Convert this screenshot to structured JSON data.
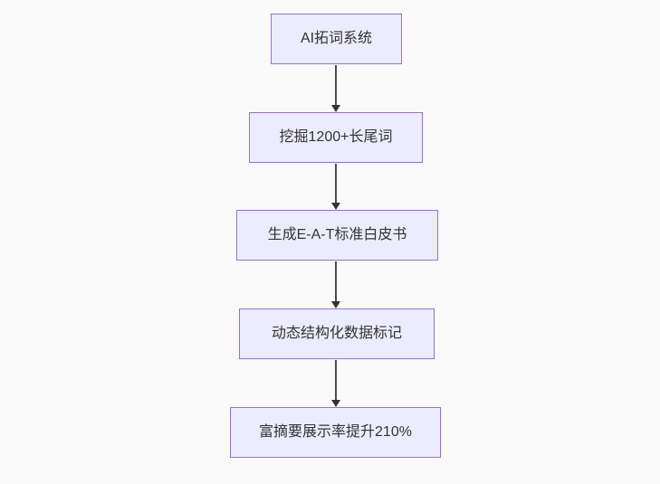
{
  "diagram": {
    "type": "flowchart",
    "direction": "top-down",
    "nodes": [
      {
        "id": "A",
        "label": "AI拓词系统"
      },
      {
        "id": "B",
        "label": "挖掘1200+长尾词"
      },
      {
        "id": "C",
        "label": "生成E-A-T标准白皮书"
      },
      {
        "id": "D",
        "label": "动态结构化数据标记"
      },
      {
        "id": "E",
        "label": "富摘要展示率提升210%"
      }
    ],
    "edges": [
      {
        "from": "A",
        "to": "B"
      },
      {
        "from": "B",
        "to": "C"
      },
      {
        "from": "C",
        "to": "D"
      },
      {
        "from": "D",
        "to": "E"
      }
    ],
    "colors": {
      "background": "#fafafa",
      "node_fill": "#ececff",
      "node_border": "#9370db",
      "node_text": "#333333",
      "edge_line": "#4d4d4d",
      "arrowhead": "#333333"
    }
  }
}
